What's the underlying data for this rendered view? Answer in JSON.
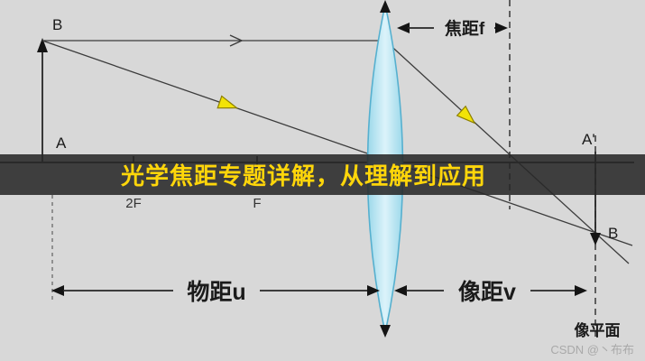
{
  "banner": {
    "title": "光学焦距专题详解，从理解到应用"
  },
  "diagram": {
    "labels": {
      "object_top": "B",
      "object_base": "A",
      "image_top": "A'",
      "image_bottom": "B",
      "focal_length": "焦距f",
      "object_distance": "物距u",
      "image_distance": "像距v",
      "image_plane": "像平面",
      "tick_2f": "2F",
      "tick_f": "F"
    }
  },
  "watermark": {
    "text": "CSDN @丶布布"
  },
  "colors": {
    "background": "#d8d8d8",
    "banner_bg": "#282828",
    "banner_text": "#ffd60a",
    "lens_fill": "#bde6f2",
    "lens_stroke": "#56b0cf",
    "ray_arrow_yellow": "#f2e307",
    "line_black": "#262626",
    "watermark_gray": "#a9a9a9"
  }
}
